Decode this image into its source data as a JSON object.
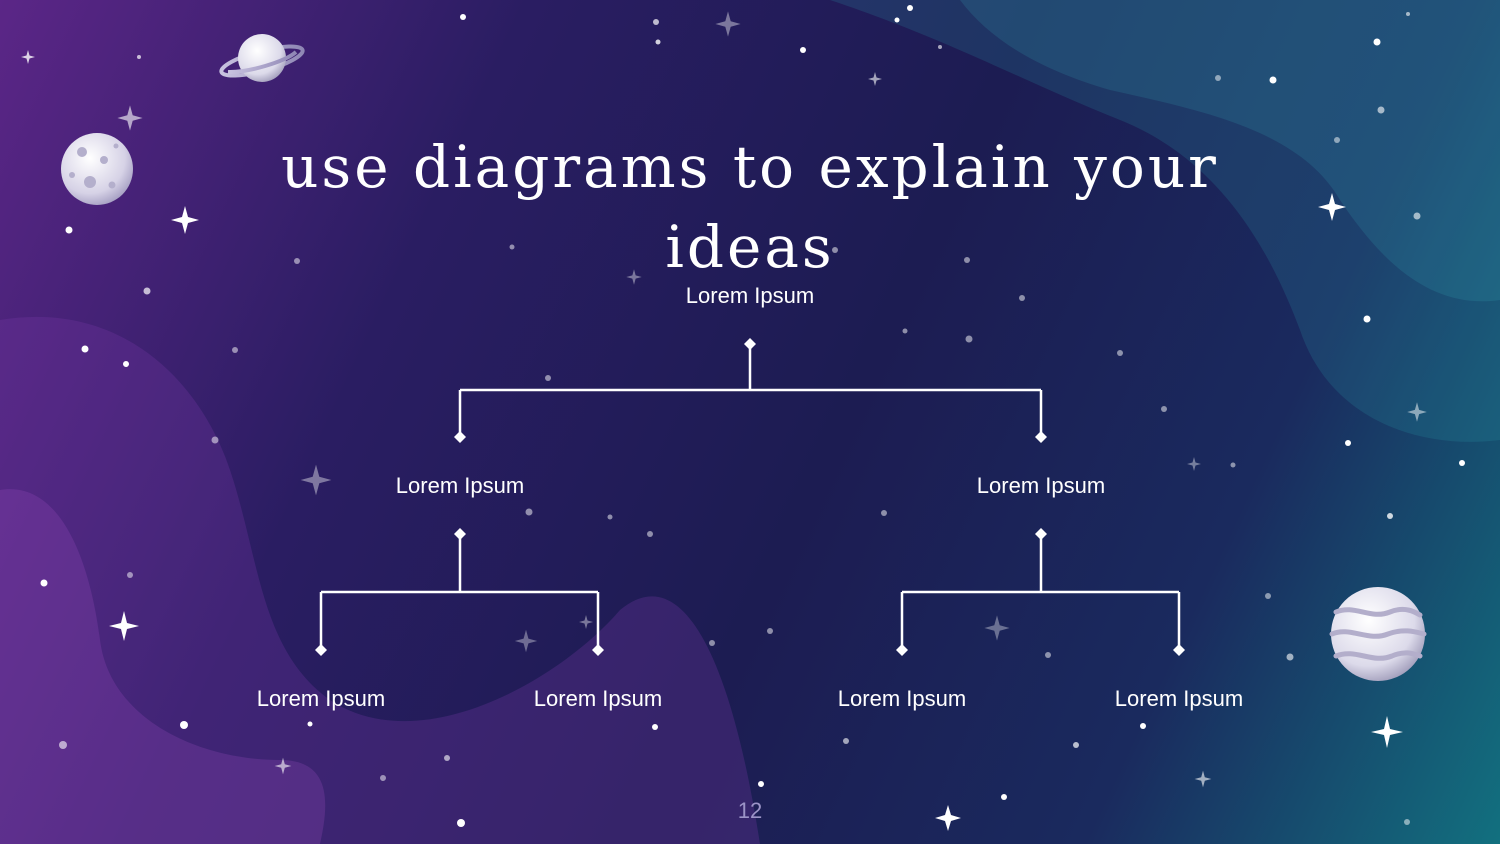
{
  "slide": {
    "title": "Use diagrams to explain your ideas",
    "page_number": "12"
  },
  "diagram": {
    "root": {
      "label": "Lorem Ipsum"
    },
    "level2": [
      {
        "label": "Lorem Ipsum"
      },
      {
        "label": "Lorem Ipsum"
      }
    ],
    "level3": [
      {
        "label": "Lorem Ipsum"
      },
      {
        "label": "Lorem Ipsum"
      },
      {
        "label": "Lorem Ipsum"
      },
      {
        "label": "Lorem Ipsum"
      }
    ]
  },
  "colors": {
    "background_left": "#5b2687",
    "background_center": "#1c1c52",
    "background_right": "#12707f",
    "connector": "#ffffff",
    "text": "#ffffff"
  },
  "icons": [
    "ringed-planet-icon",
    "moon-icon",
    "striped-planet-icon",
    "sparkle-star-icon"
  ]
}
